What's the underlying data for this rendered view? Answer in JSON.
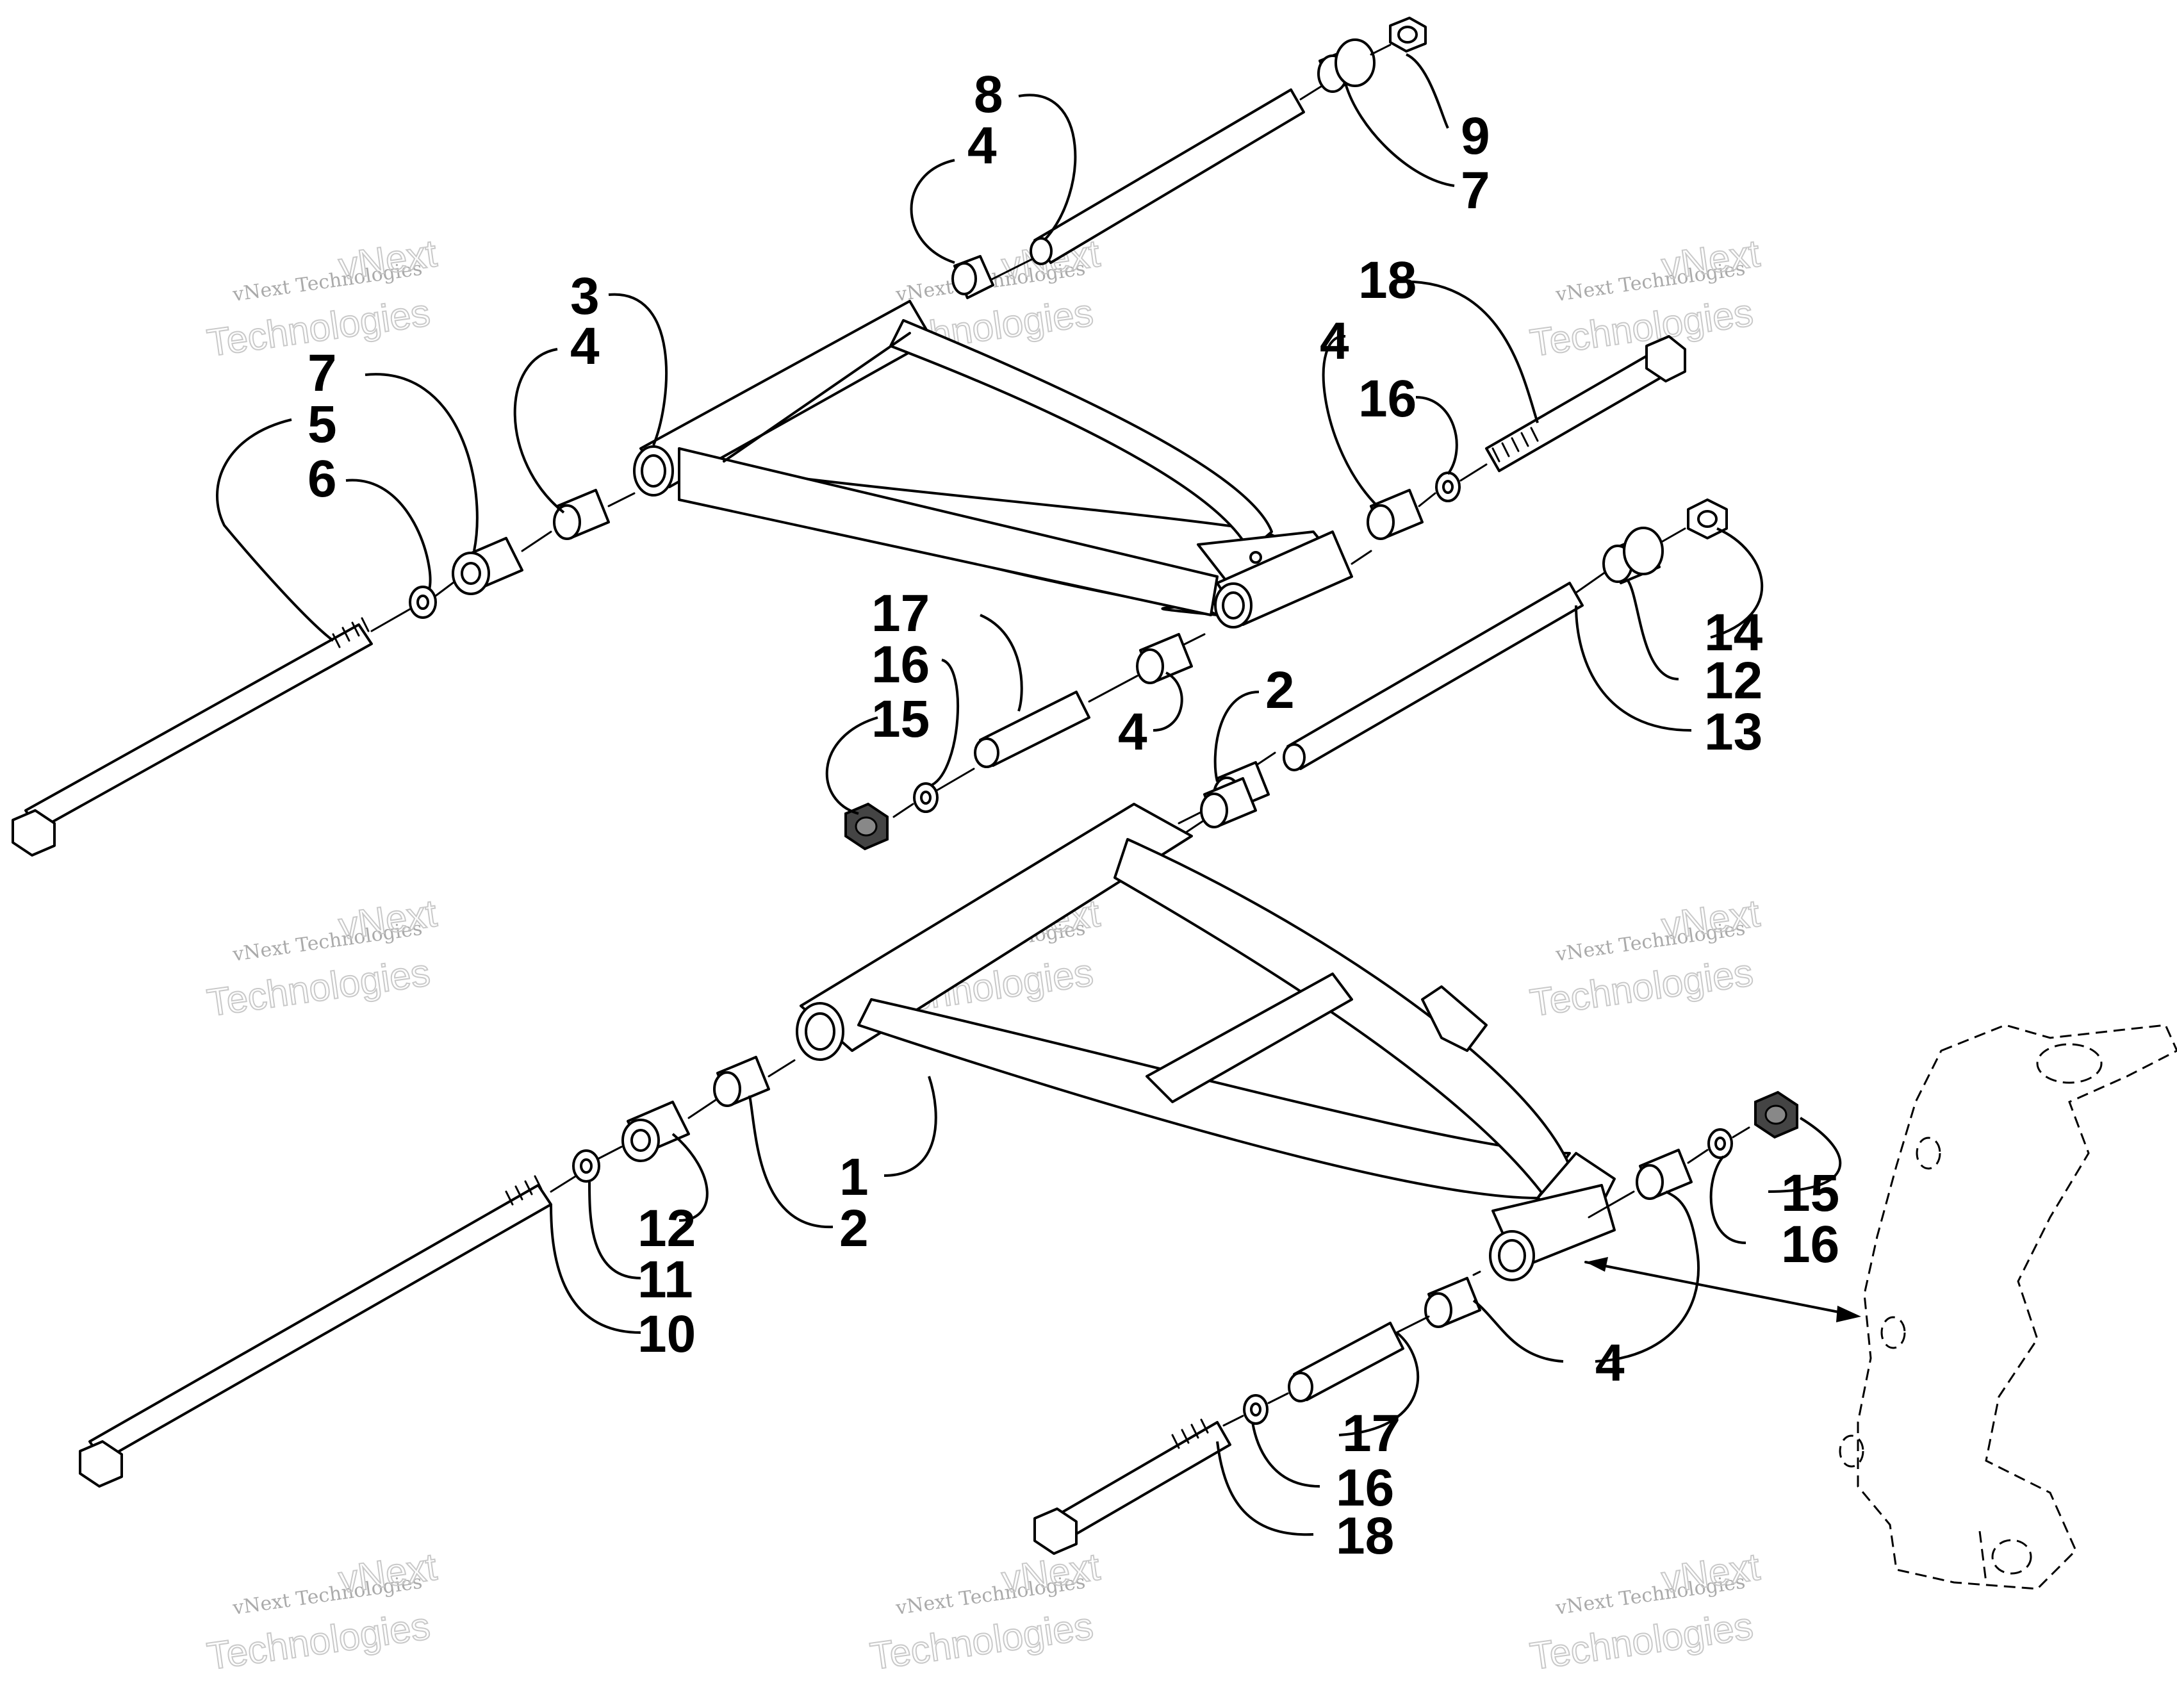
{
  "callouts": {
    "c8": "8",
    "c4_top": "4",
    "c9": "9",
    "c7_top": "7",
    "c3": "3",
    "c4_left": "4",
    "c7_left": "7",
    "c5": "5",
    "c6": "6",
    "c18_top": "18",
    "c4_mid": "4",
    "c16_mid": "16",
    "c17_mid": "17",
    "c16_mid2": "16",
    "c15_mid": "15",
    "c4_center": "4",
    "c2_mid": "2",
    "c14": "14",
    "c12_right": "12",
    "c13": "13",
    "c1": "1",
    "c2_low": "2",
    "c12_low": "12",
    "c11": "11",
    "c10": "10",
    "c15_low": "15",
    "c16_low": "16",
    "c4_low": "4",
    "c17_low": "17",
    "c16_bottom": "16",
    "c18_bottom": "18"
  },
  "watermark": {
    "line1": "vNext Technologies",
    "line2": "vNext",
    "line3": "Technologies"
  }
}
